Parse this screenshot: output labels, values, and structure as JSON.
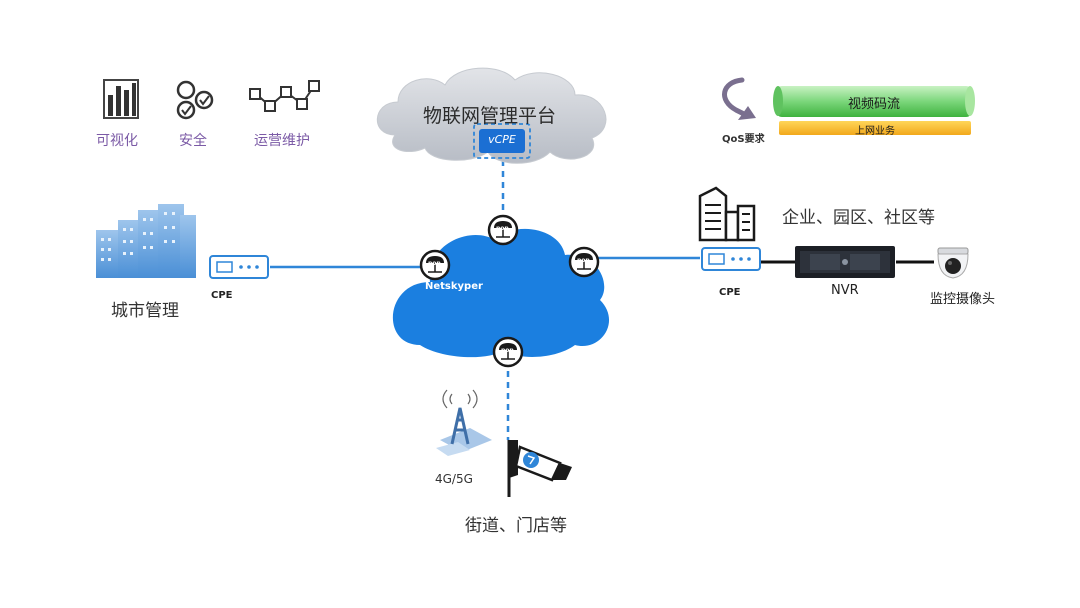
{
  "features": [
    {
      "label": "可视化",
      "icon": "bar-chart-icon"
    },
    {
      "label": "安全",
      "icon": "gear-check-icon"
    },
    {
      "label": "运营维护",
      "icon": "network-path-icon"
    }
  ],
  "platform": {
    "title": "物联网管理平台",
    "vcpe": "vCPE"
  },
  "core": {
    "label": "Netskyper",
    "pop": "pop"
  },
  "qos": {
    "label": "QoS要求",
    "video": "视频码流",
    "internet": "上网业务"
  },
  "left": {
    "cpe": "CPE",
    "label": "城市管理"
  },
  "right": {
    "label": "企业、园区、社区等",
    "cpe": "CPE",
    "nvr": "NVR",
    "camera": "监控摄像头"
  },
  "bottom": {
    "tower": "4G/5G",
    "label": "街道、门店等"
  },
  "colors": {
    "cloud_blue": "#1b7fe0",
    "line_blue": "#2f86d8",
    "feature_purple": "#7b5aa6",
    "video_green": "#7bd67b",
    "internet_orange": "#f2b51c"
  }
}
